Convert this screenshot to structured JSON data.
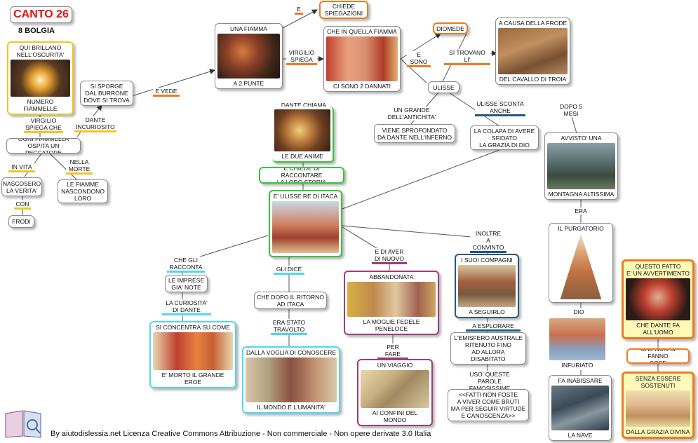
{
  "title": "CANTO 26",
  "subtitle": "8 BOLGIA",
  "footer": "By aiutodislessia.net Licenza Creative Commons Attribuzione - Non commerciale - Non opere derivate 3.0 Italia",
  "colors": {
    "title_red": "#e8100c",
    "orange": "#f07a1e",
    "yellow": "#f0c61e",
    "green": "#36c63a",
    "cyan": "#4fd8f0",
    "purple": "#a03c78",
    "blue": "#1f5a86"
  },
  "nodes": {
    "qui_brillano": {
      "text": "QUI BRILLANO\nNELL'OSCURITA'",
      "caption": "NUMERO FIAMMELLE"
    },
    "si_sporge": {
      "text": "SI SPORGE\nDAL BURRONE\nDOVE SI TROVA"
    },
    "ogni_fiammella": {
      "text": "OGNI FIAMMELLA\nOSPITA UN PECCATORE"
    },
    "nascosero": {
      "text": "NASCOSERO\nLA VERITA'"
    },
    "frodi": {
      "text": "FRODI"
    },
    "le_fiamme": {
      "text": "LE FIAMME\nNASCONDONO\nLORO"
    },
    "una_fiamma": {
      "text": "UNA FIAMMA",
      "caption": "A 2 PUNTE"
    },
    "chiede_spiegazioni": {
      "text": "CHIEDE\nSPIEGAZIONI"
    },
    "che_in_quella": {
      "text": "CHE IN QUELLA FIAMMA",
      "caption": "CI SONO 2 DANNATI"
    },
    "diomede": {
      "text": "DIOMEDE"
    },
    "ulisse": {
      "text": "ULISSE"
    },
    "a_causa_frode": {
      "text": "A CAUSA DELLA FRODE",
      "caption": "DEL CAVALLO DI TROIA"
    },
    "viene_sprofondato": {
      "text": "VIENE SPROFONDATO\nDA DANTE NELL'INFERNO"
    },
    "la_colapa": {
      "text": "LA COLAPA DI AVERE\nSFIDATO\nLA GRAZIA DI DIO"
    },
    "dante_chiama": {
      "text": "DANTE CHIAMA",
      "caption": "LE DUE ANIME"
    },
    "e_chiede": {
      "text": "E CHIEDE DI RACCONTARE\nLA LORO STORIA"
    },
    "ulisse_re": {
      "text": "E' ULISSE RE DI ITACA"
    },
    "avvisto": {
      "text": "AVVISTO' UNA",
      "caption": "MONTAGNA ALTISSIMA"
    },
    "il_purgatorio": {
      "text": "IL PURGATORIO"
    },
    "infuriato": {
      "caption": "INFURIATO"
    },
    "fa_inabissare": {
      "text": "FA INABISSARE",
      "caption": "LA NAVE"
    },
    "questo_fatto": {
      "text": "QUESTO FATTO\nE' UN AVVERTIMENTO",
      "caption": "CHE DANTE FA\nALL'UOMO"
    },
    "che_non_si": {
      "text": "CHE NON SI FANNO\nCOSE"
    },
    "senza_essere": {
      "text": "SENZA ESSERE\nSOSTENUTI",
      "caption": "DALLA GRAZIA DIVINA"
    },
    "le_imprese": {
      "text": "LE IMPRESE\nGIA' NOTE"
    },
    "si_concentra": {
      "text": "SI CONCENTRA SU COME",
      "caption": "E' MORTO IL GRANDE EROE"
    },
    "che_dopo": {
      "text": "CHE DOPO IL RITORNO\nAD ITACA"
    },
    "dalla_voglia": {
      "text": "DALLA VOGLIA DI CONOSCERE",
      "caption": "IL MONDO E L'UMANITA'"
    },
    "abbandonata": {
      "text": "ABBANDONATA",
      "caption": "LA MOGLIE FEDELE PENELOCE"
    },
    "un_viaggio": {
      "text": "UN VIAGGIO",
      "caption": "AI CONFINI DEL MONDO"
    },
    "i_suoi_compagni": {
      "text": "I SUOI COMPAGNI",
      "caption": "A SEGUIRLO"
    },
    "emisfero": {
      "text": "L'EMISFERO AUSTRALE\nRITENUTO FINO\nAD ALLORA\nDISABITATO"
    },
    "fatti_non_foste": {
      "text": "<<FATTI NON FOSTE\nA VIVER COME BRUTI\nMA PER SEGUIR VIRTUDE\nE CANOSCENZA>>"
    }
  },
  "links": {
    "e_vede": "E VEDE",
    "virgilio_spiega_che": "VIRGILIO\nSPIEGA CHE",
    "dante_incuriosito": "DANTE\nINCURIOSITO",
    "in_vita": "IN VITA",
    "nella_morte": "NELLA\nMORTE",
    "con": "CON",
    "e": "E",
    "virgilio_spiega": "VIRGILIO\nSPIEGA",
    "e_sono": "E SONO",
    "si_trovano_li": "SI TROVANO LI'",
    "un_grande": "UN GRANDE\nDELL'ANTICHITA'",
    "ulisse_sconta": "ULISSE SCONTA\nANCHE",
    "dopo_5_mesi": "DOPO 5\nMESI",
    "era": "ERA",
    "dio": "DIO",
    "che_gli_racconta": "CHE GLI\nRACCONTA",
    "la_curiosita": "LA CURIOSITA'\nDI DANTE",
    "gli_dice": "GLI DICE",
    "era_stato_travolto": "ERA STATO\nTRAVOLTO",
    "e_di_aver": "E DI AVER\nDI NUOVO",
    "per_fare": "PER FARE",
    "inoltre_a_convinto": "INOLTRE\nA CONVINTO",
    "a_esplorare": "A ESPLORARE",
    "uso_queste": "USO' QUESTE PAROLE\nFAMOSISSIME"
  }
}
